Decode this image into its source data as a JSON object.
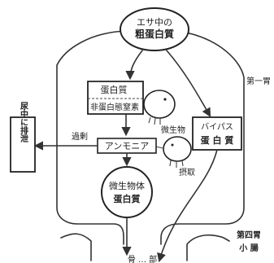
{
  "diagram": {
    "feed_crude_protein": [
      "エサ中の",
      "粗蛋白質"
    ],
    "protein": "蛋白質",
    "non_protein_nitrogen": "非蛋白態窒素",
    "rumen": "第一胃",
    "microbes": "微生物",
    "bypass_protein": [
      "バイパス",
      "蛋 白 質"
    ],
    "urine": "尿中に排泄",
    "excess": "過剰",
    "ammonia": "アンモニア",
    "uptake": "摂取",
    "microbial_protein": [
      "微生物体",
      "蛋白質"
    ],
    "abomasum": "第四胃",
    "small_intestine": "小 腸",
    "bottom_partial": "骨 … 部"
  }
}
